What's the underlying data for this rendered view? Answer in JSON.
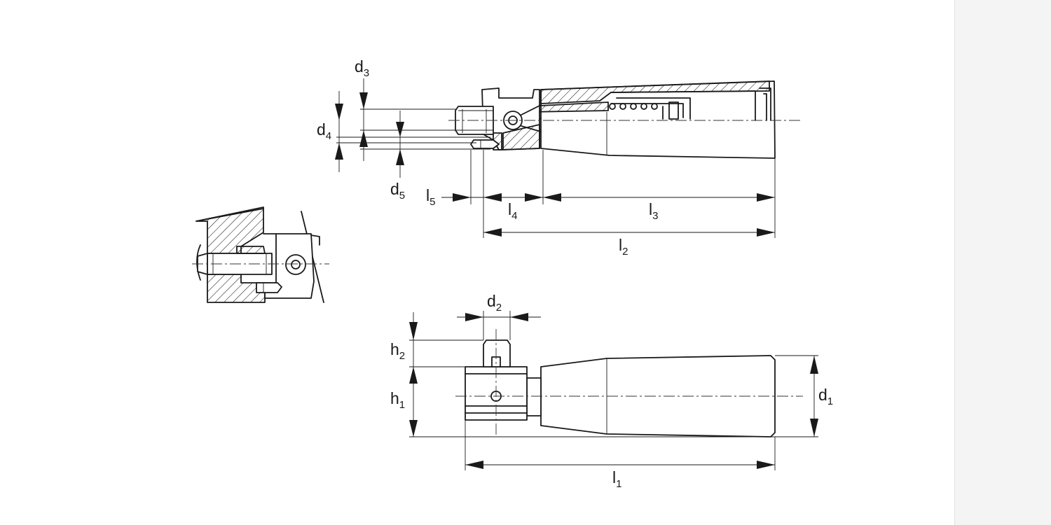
{
  "dimensions": {
    "d1": {
      "base": "d",
      "sub": "1"
    },
    "d2": {
      "base": "d",
      "sub": "2"
    },
    "d3": {
      "base": "d",
      "sub": "3"
    },
    "d4": {
      "base": "d",
      "sub": "4"
    },
    "d5": {
      "base": "d",
      "sub": "5"
    },
    "h1": {
      "base": "h",
      "sub": "1"
    },
    "h2": {
      "base": "h",
      "sub": "2"
    },
    "l1": {
      "base": "l",
      "sub": "1"
    },
    "l2": {
      "base": "l",
      "sub": "2"
    },
    "l3": {
      "base": "l",
      "sub": "3"
    },
    "l4": {
      "base": "l",
      "sub": "4"
    },
    "l5": {
      "base": "l",
      "sub": "5"
    }
  },
  "colors": {
    "line": "#1a1a1a",
    "background": "#ffffff",
    "sheet_edge": "#f4f4f4"
  }
}
